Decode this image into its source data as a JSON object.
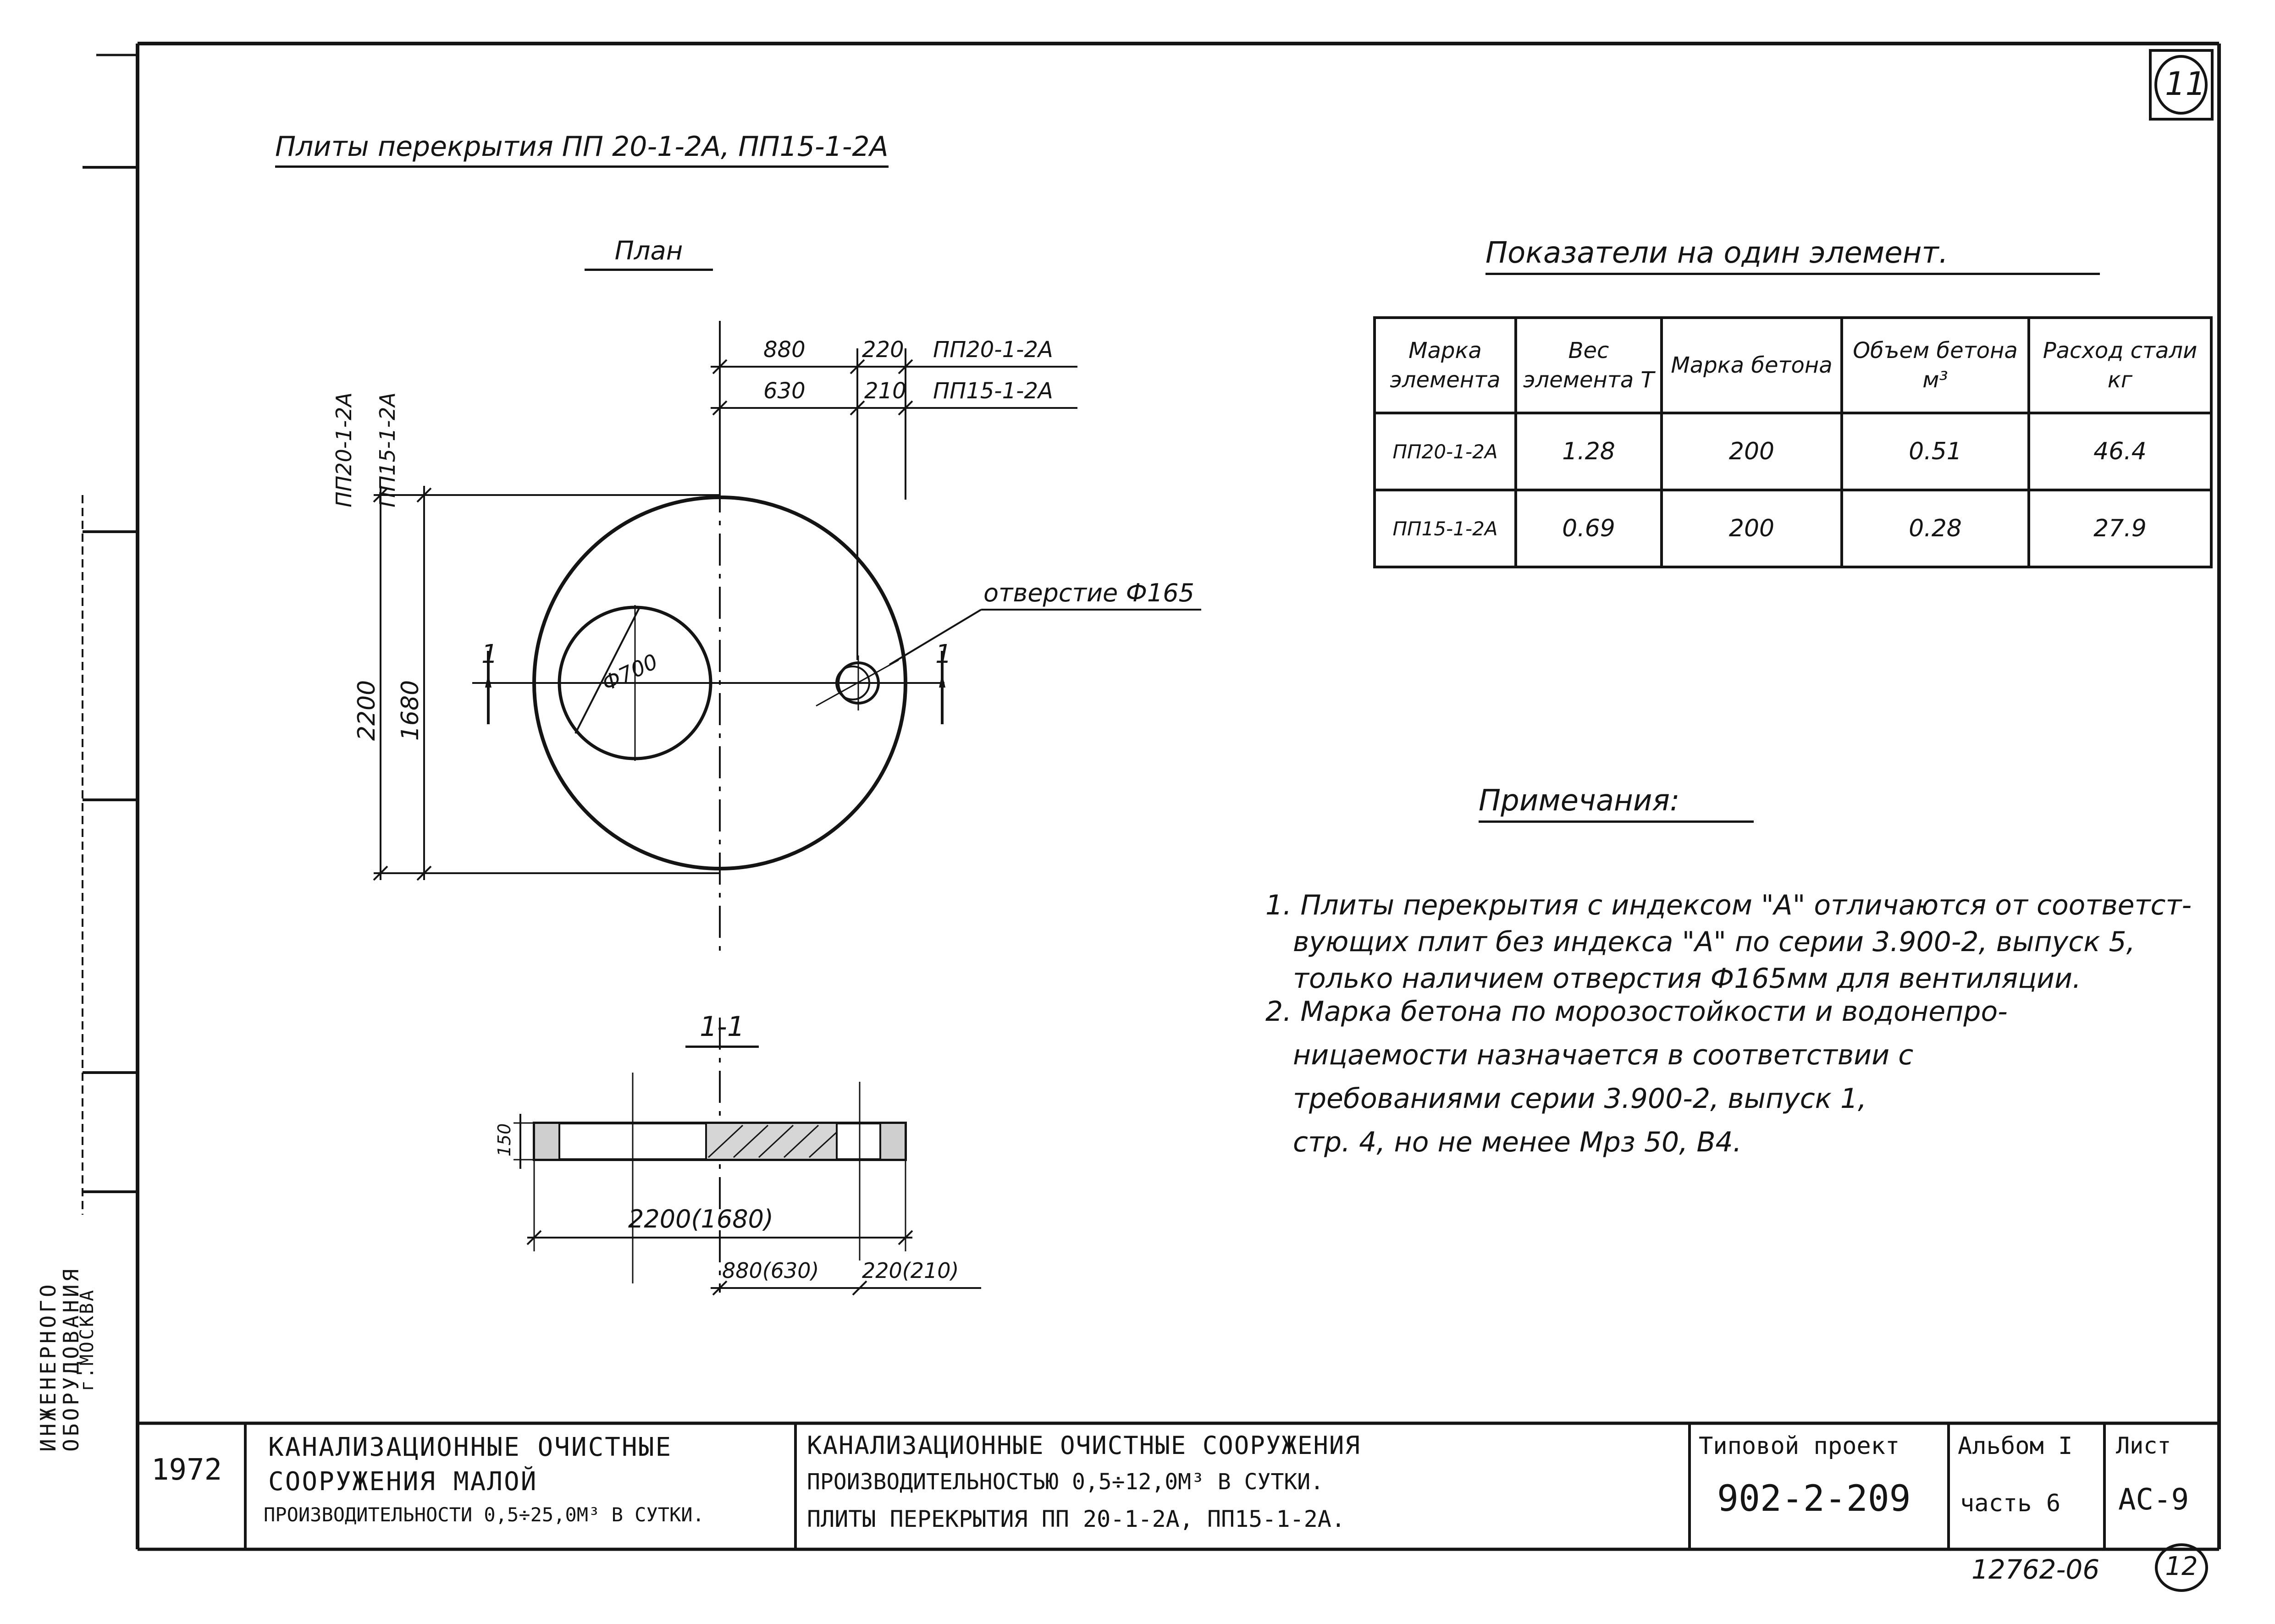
{
  "header": {
    "title": "Плиты перекрытия ПП 20-1-2А, ПП15-1-2А",
    "sheet_circle_number": "11",
    "bottom_circle_number": "12"
  },
  "plan": {
    "title": "План",
    "dim_top_1": "880",
    "dim_top_2": "220",
    "mark_1": "ПП20-1-2А",
    "dim_mid_1": "630",
    "dim_mid_2": "210",
    "mark_2": "ПП15-1-2А",
    "left_mark_1": "ПП20-1-2А",
    "left_mark_2": "ПП15-1-2А",
    "dim_left_1": "2200",
    "dim_left_2": "1680",
    "inner_diameter": "Ф700",
    "hole_label": "отверстие Ф165",
    "section_mark_left": "1",
    "section_mark_right": "1"
  },
  "section": {
    "title": "1-1",
    "thickness": "150",
    "dim_overall": "2200(1680)",
    "dim_left": "880(630)",
    "dim_right": "220(210)"
  },
  "indicators": {
    "title": "Показатели на один элемент.",
    "headers": [
      "Марка элемента",
      "Вес элемента Т",
      "Марка бетона",
      "Объем бетона м³",
      "Расход стали кг"
    ],
    "rows": [
      [
        "ПП20-1-2А",
        "1.28",
        "200",
        "0.51",
        "46.4"
      ],
      [
        "ПП15-1-2А",
        "0.69",
        "200",
        "0.28",
        "27.9"
      ]
    ]
  },
  "notes": {
    "title": "Примечания:",
    "note1_l1": "1. Плиты перекрытия с индексом \"А\" отличаются от соответст-",
    "note1_l2": "вующих плит без индекса \"А\" по серии 3.900-2, выпуск 5,",
    "note1_l3": "только наличием отверстия Ф165мм для вентиляции.",
    "note2_l1": "2. Марка бетона по морозостойкости и водонепро-",
    "note2_l2": "ницаемости назначается в соответствии с",
    "note2_l3": "требованиями серии 3.900-2, выпуск 1,",
    "note2_l4": "стр. 4, но не менее Мрз 50, В4."
  },
  "side": {
    "org_l1": "ИНЖЕНЕРНОГО",
    "org_l2": "ОБОРУДОВАНИЯ",
    "org_l3": "г.МОСКВА"
  },
  "title_block": {
    "year": "1972",
    "left_l1": "КАНАЛИЗАЦИОННЫЕ ОЧИСТНЫЕ",
    "left_l2": "СООРУЖЕНИЯ МАЛОЙ",
    "left_l3": "ПРОИЗВОДИТЕЛЬНОСТИ 0,5÷25,0М³ В СУТКИ.",
    "mid_l1": "КАНАЛИЗАЦИОННЫЕ ОЧИСТНЫЕ СООРУЖЕНИЯ",
    "mid_l2": "ПРОИЗВОДИТЕЛЬНОСТЬЮ 0,5÷12,0М³ В СУТКИ.",
    "mid_l3": "ПЛИТЫ ПЕРЕКРЫТИЯ ПП 20-1-2А, ПП15-1-2А.",
    "project_label": "Типовой проект",
    "project_number": "902-2-209",
    "album": "Альбом I",
    "part": "часть 6",
    "sheet_label": "Лист",
    "sheet": "АС-9",
    "doc_number": "12762-06"
  }
}
